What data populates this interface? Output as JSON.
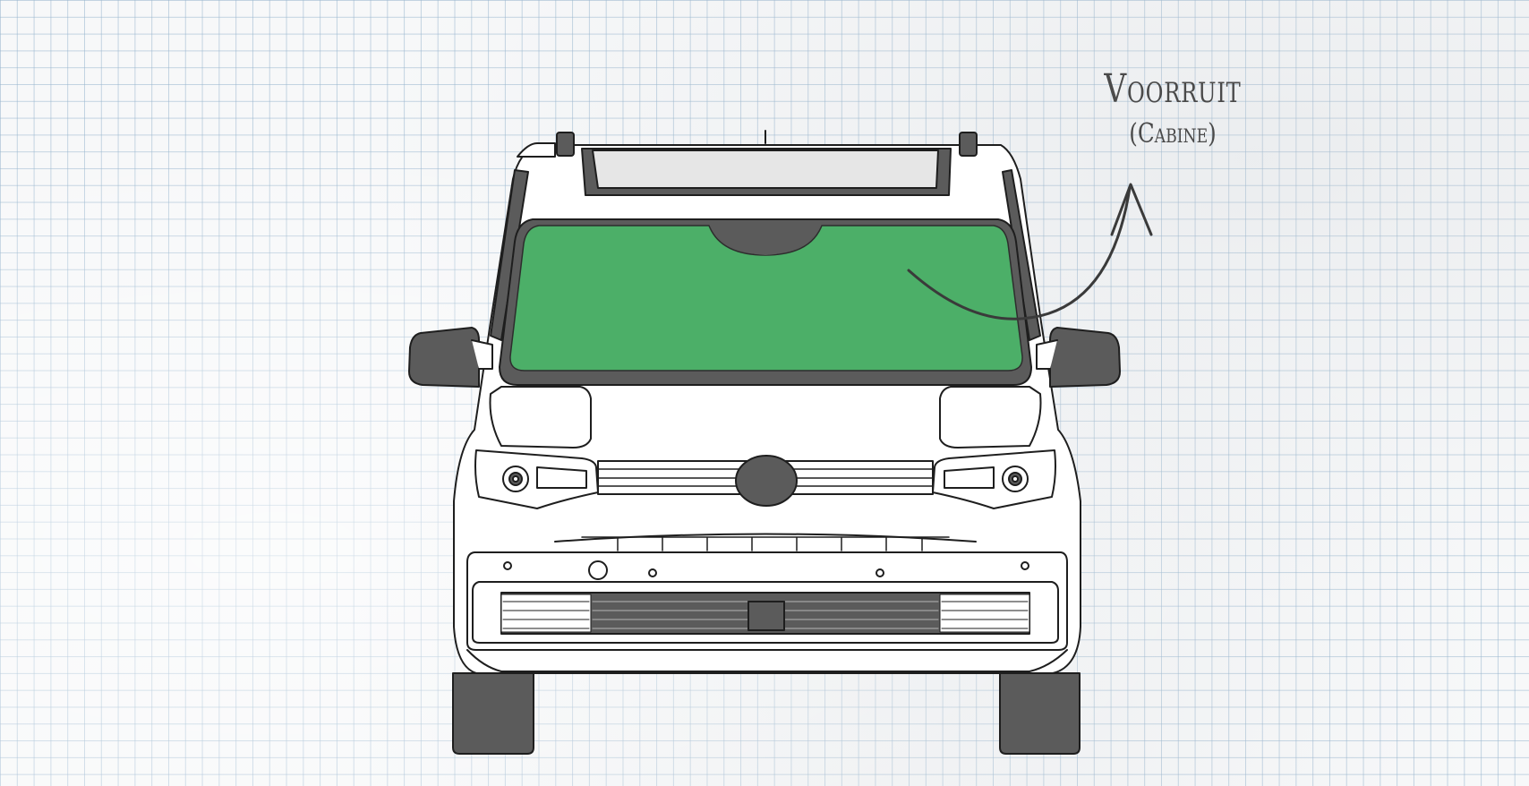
{
  "annotation": {
    "part_name": "Voorruit",
    "location": "(Cabine)"
  },
  "highlight": {
    "part": "windshield",
    "color": "#4caf68"
  },
  "vehicle": {
    "view": "front",
    "body_color": "#ffffff",
    "trim_color": "#5b5b5b"
  }
}
